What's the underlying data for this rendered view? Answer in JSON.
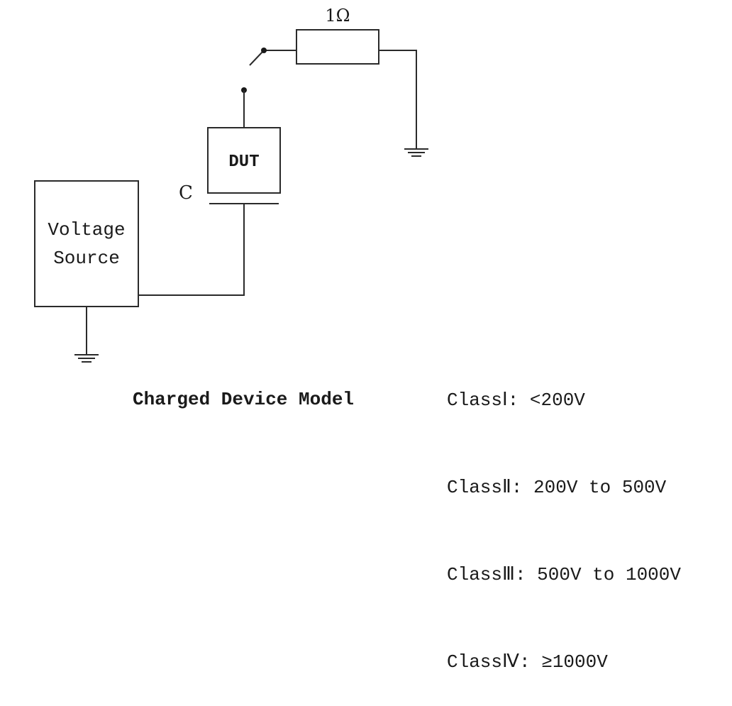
{
  "resistor_label": "1Ω",
  "dut_label": "DUT",
  "capacitor_label": "C",
  "voltage_source_label": [
    "Voltage",
    "Source"
  ],
  "caption": "Charged Device Model",
  "classes": [
    "ClassⅠ: <200V",
    "ClassⅡ: 200V to 500V",
    "ClassⅢ: 500V to 1000V",
    "ClassⅣ: ≥1000V"
  ]
}
